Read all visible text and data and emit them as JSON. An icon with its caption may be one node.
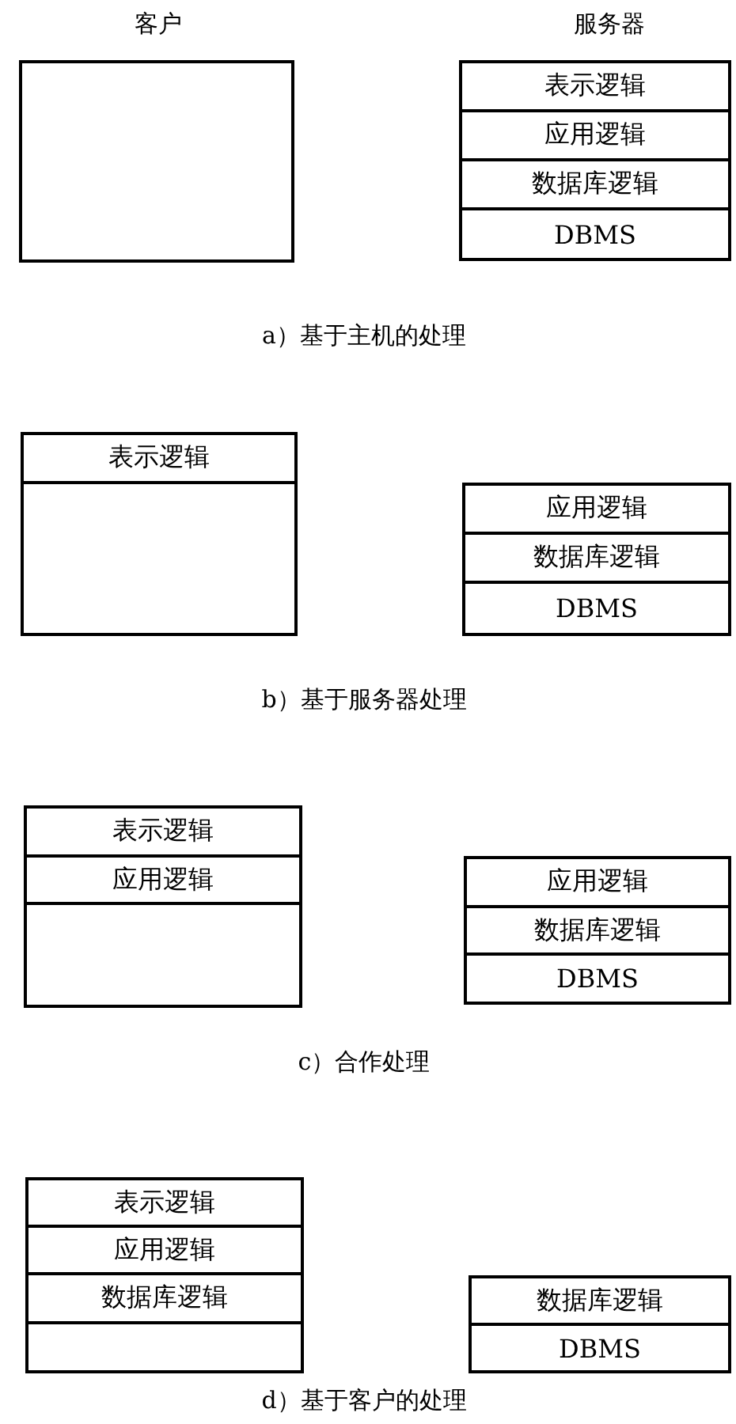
{
  "diagram": {
    "nodes": [
      {
        "text": [],
        "shape": "box"
      },
      {
        "text": [
          "表示逻辑"
        ]
      },
      {
        "text": [
          "应用逻辑"
        ]
      },
      {
        "text": [
          "数据库逻辑"
        ]
      },
      {
        "text": [
          "DBMS"
        ]
      },
      {
        "text": [
          "表示逻辑"
        ]
      },
      {
        "text": [],
        "shape": "box"
      },
      {
        "text": [
          "应用逻辑"
        ]
      },
      {
        "text": [
          "数据库逻辑"
        ]
      },
      {
        "text": [
          "DBMS"
        ]
      },
      {
        "text": [
          "表示逻辑"
        ]
      },
      {
        "text": [
          "应用逻辑"
        ]
      },
      {
        "text": [],
        "shape": "box"
      },
      {
        "text": [
          "应用逻辑"
        ]
      },
      {
        "text": [
          "数据库逻辑"
        ]
      },
      {
        "text": [
          "DBMS"
        ]
      },
      {
        "text": [
          "表示逻辑"
        ]
      },
      {
        "text": [
          "应用逻辑"
        ]
      },
      {
        "text": [
          "数据库逻辑"
        ]
      },
      {
        "text": [],
        "shape": "box"
      },
      {
        "text": [
          "数据库逻辑"
        ]
      },
      {
        "text": [
          "DBMS"
        ]
      }
    ],
    "edges": [],
    "labels": [
      "客户",
      "服务器",
      "a）基于主机的处理",
      "b）基于服务器处理",
      "c）合作处理",
      "d）基于客户的处理"
    ]
  }
}
